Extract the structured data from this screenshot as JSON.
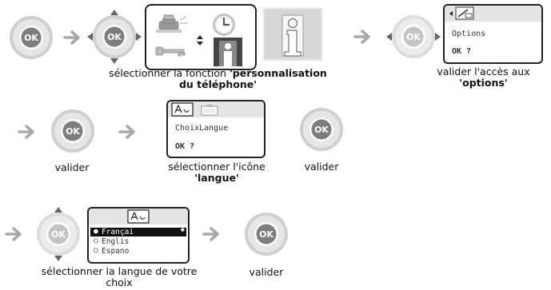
{
  "colors": {
    "arrow": "#a8a8a8",
    "ring": "#c8c8c8",
    "ok_fill": "#7d7d7d",
    "ok_fill_faded": "#bcbcbc",
    "lcd_header": "#e4e4e4"
  },
  "icons": [
    "ok-button-icon",
    "navigator-icon",
    "arrow-right-icon",
    "info-icon",
    "handset-icon",
    "clock-icon",
    "key-icon",
    "langue-icon"
  ],
  "steps": {
    "personnalisation": {
      "caption_prefix": "sélectionner la fonction ",
      "caption_bold": "'personnalisation du téléphone'"
    },
    "options": {
      "caption_prefix": "valider l'accès aux ",
      "caption_bold": "'options'",
      "screen_text": "Options",
      "screen_prompt": "OK ?"
    },
    "valider_1": {
      "caption": "valider"
    },
    "langue": {
      "caption_prefix": "sélectionner l'icône ",
      "caption_bold": "'langue'",
      "screen_text": "ChoixLangue",
      "screen_prompt": "OK ?"
    },
    "valider_2": {
      "caption": "valider"
    },
    "choix_langue": {
      "caption": "sélectionner la langue de votre choix",
      "options": [
        "Françai",
        "Englis",
        "Espano"
      ],
      "selected_index": 0
    },
    "valider_3": {
      "caption": "valider"
    }
  },
  "buttons": {
    "ok_label": "OK"
  }
}
